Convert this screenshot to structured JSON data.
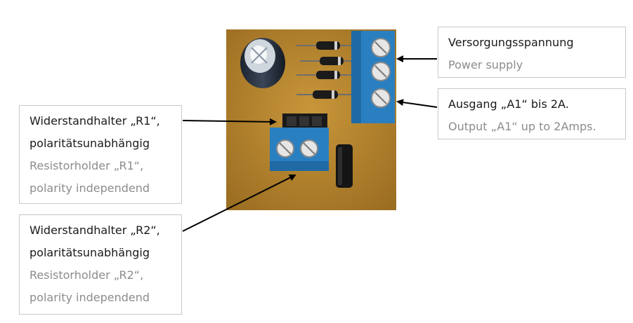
{
  "colors": {
    "pcb": "#b8862f",
    "terminal_blue": "#2a7fc0",
    "arrow": "#000000",
    "label_primary": "#1a1a1a",
    "label_secondary": "#8c8c8c",
    "box_border": "#c8c8c8"
  },
  "icons": [
    "capacitor-icon",
    "diode-icon",
    "screw-terminal-icon",
    "resistor-holder-icon",
    "transistor-icon"
  ],
  "callouts": {
    "supply": {
      "de": "Versorgungsspannung",
      "en": "Power supply"
    },
    "output": {
      "de": "Ausgang „A1“ bis 2A.",
      "en": "Output „A1“ up to 2Amps."
    },
    "r1": {
      "de_line1": "Widerstandhalter „R1“,",
      "de_line2": "polaritätsunabhängig",
      "en_line1": "Resistorholder „R1“,",
      "en_line2": "polarity independend"
    },
    "r2": {
      "de_line1": "Widerstandhalter „R2“,",
      "de_line2": "polaritätsunabhängig",
      "en_line1": "Resistorholder „R2“,",
      "en_line2": "polarity independend"
    }
  }
}
